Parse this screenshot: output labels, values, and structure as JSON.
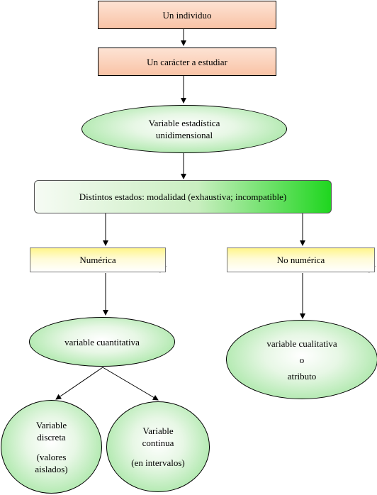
{
  "nodes": {
    "individuo": "Un individuo",
    "caracter": "Un carácter a estudiar",
    "variable": {
      "line1": "Variable estadística",
      "line2": "unidimensional"
    },
    "estados": "Distintos estados: modalidad (exhaustiva; incompatible)",
    "numerica": "Numérica",
    "no_numerica": "No numérica",
    "cuantitativa": "variable cuantitativa",
    "cualitativa": {
      "line1": "variable cualitativa",
      "line2": "o",
      "line3": "atributo"
    },
    "discreta": {
      "line1": "Variable",
      "line2": "discreta",
      "line3": "(valores",
      "line4": "aislados)"
    },
    "continua": {
      "line1": "Variable",
      "line2": "continua",
      "line3": "(en intervalos)"
    }
  },
  "colors": {
    "orange_box": "#f9c3a6",
    "green_box": "#1fd61f",
    "yellow_note": "#fff58a",
    "green_ellipse": "#8ee08c"
  }
}
